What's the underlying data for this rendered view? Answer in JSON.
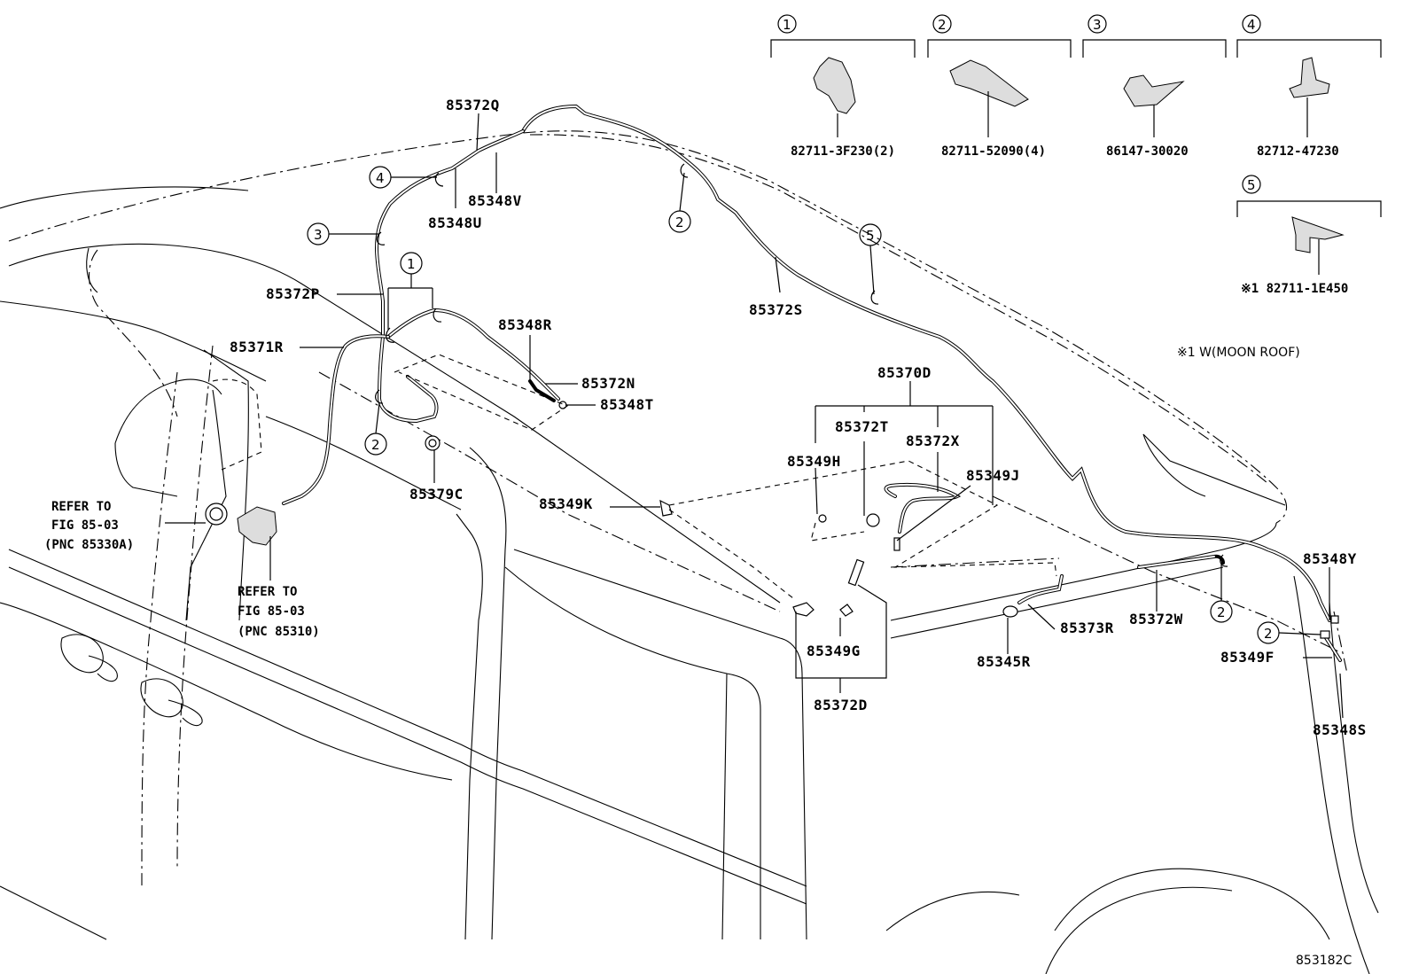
{
  "diagram_id": "853182C",
  "legend": {
    "items": [
      {
        "num": "1",
        "part": "82711-3F230(2)"
      },
      {
        "num": "2",
        "part": "82711-52090(4)"
      },
      {
        "num": "3",
        "part": "86147-30020"
      },
      {
        "num": "4",
        "part": "82712-47230"
      },
      {
        "num": "5",
        "part": "※1 82711-1E450"
      }
    ],
    "footnote": "※1 W(MOON ROOF)"
  },
  "labels": {
    "p85372Q": "85372Q",
    "p85348V": "85348V",
    "p85348U": "85348U",
    "p85372P": "85372P",
    "p85371R": "85371R",
    "p85348R": "85348R",
    "p85372N": "85372N",
    "p85348T": "85348T",
    "p85379C": "85379C",
    "p85372S": "85372S",
    "p85370D": "85370D",
    "p85372T": "85372T",
    "p85372X": "85372X",
    "p85349H": "85349H",
    "p85349J": "85349J",
    "p85349K": "85349K",
    "p85349G": "85349G",
    "p85372D": "85372D",
    "p85345R": "85345R",
    "p85373R": "85373R",
    "p85372W": "85372W",
    "p85348Y": "85348Y",
    "p85349F": "85349F",
    "p85348S": "85348S"
  },
  "refs": {
    "left": {
      "line1": "REFER TO",
      "line2": "FIG 85-03",
      "line3": "(PNC 85330A)"
    },
    "bottom": {
      "line1": "REFER TO",
      "line2": "FIG 85-03",
      "line3": "(PNC 85310)"
    }
  },
  "callouts": {
    "c1": "1",
    "c2": "2",
    "c3": "3",
    "c4": "4",
    "c5": "5"
  }
}
